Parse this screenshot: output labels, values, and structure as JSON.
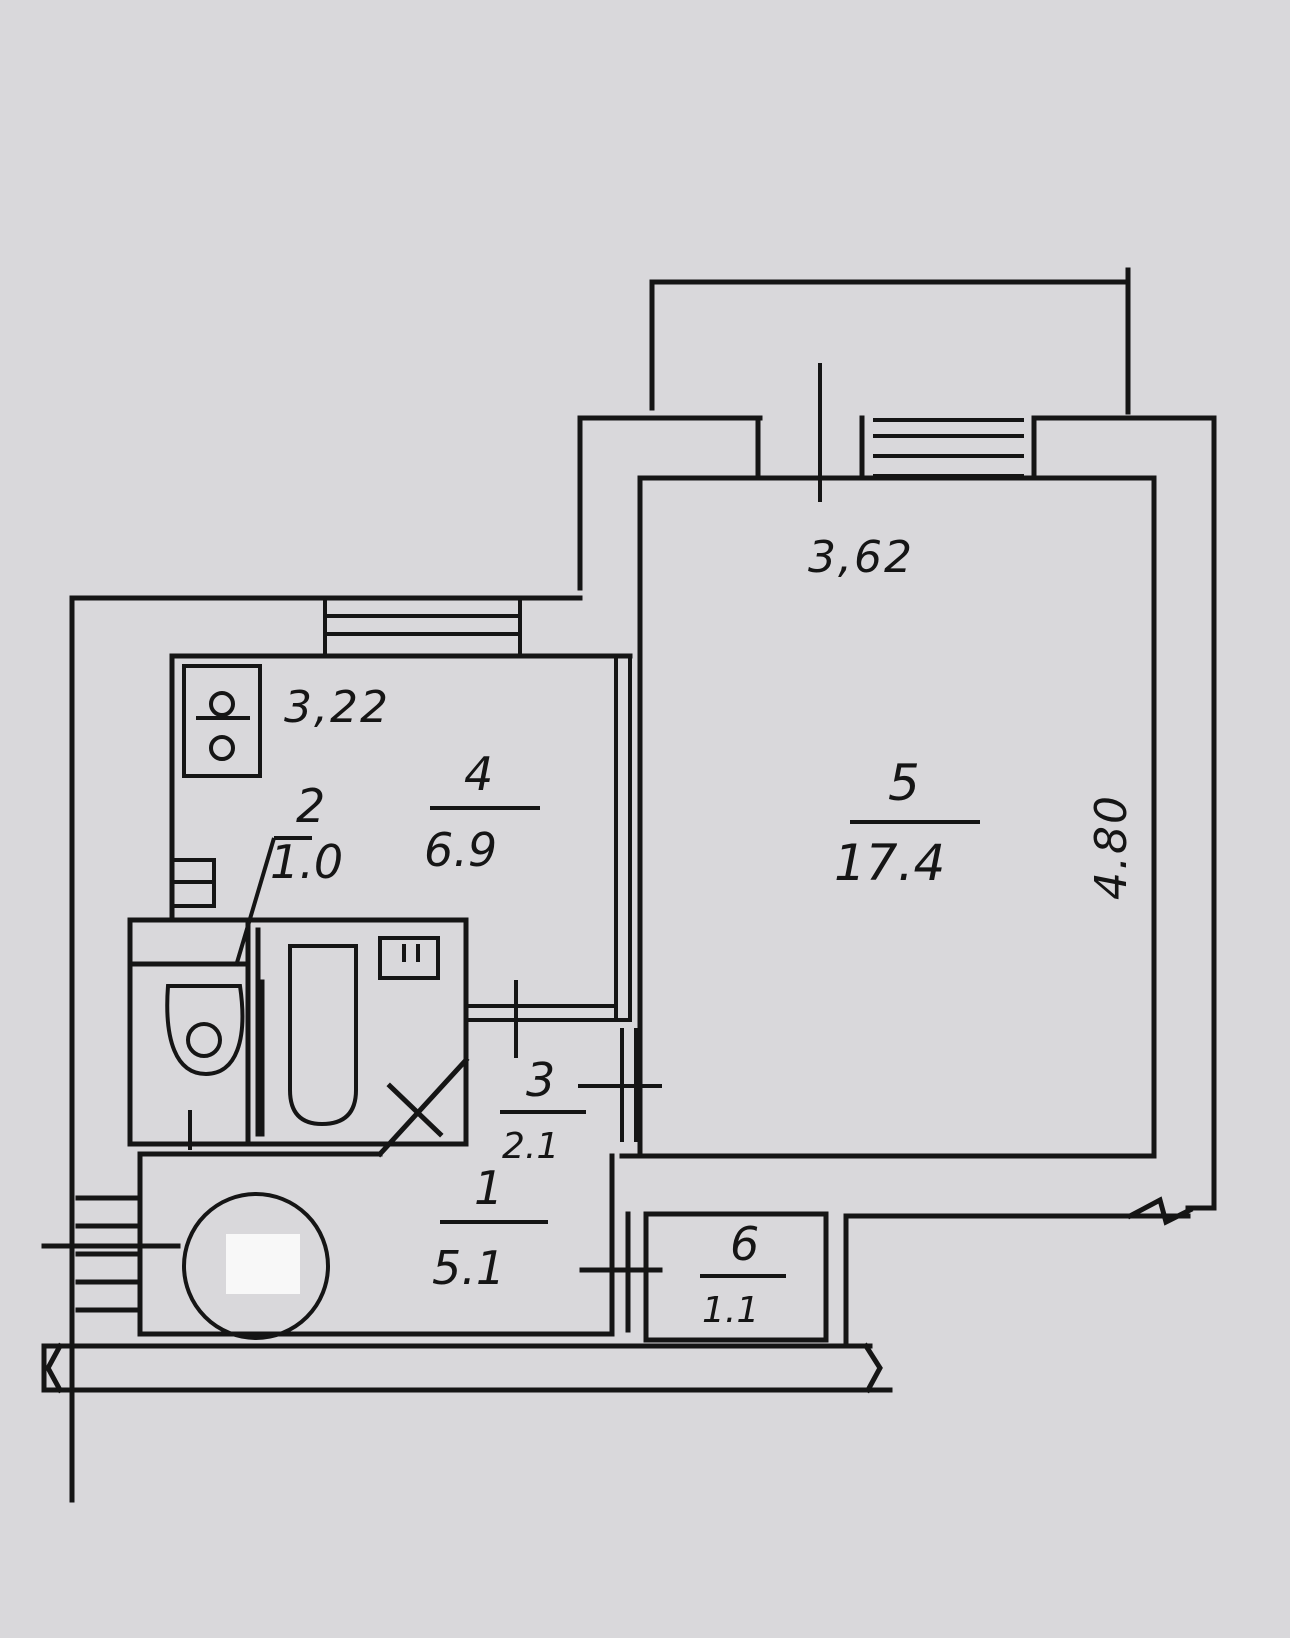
{
  "colors": {
    "paper": "#d9d8db",
    "ink": "#151515"
  },
  "dimensions": {
    "room_width": "3,62",
    "room_length": "4.80",
    "kitchen_width": "3,22"
  },
  "rooms": [
    {
      "id": "1",
      "number": "1",
      "area": "5.1"
    },
    {
      "id": "2",
      "number": "2",
      "area": "1.0"
    },
    {
      "id": "3",
      "number": "3",
      "area": "2.1"
    },
    {
      "id": "4",
      "number": "4",
      "area": "6.9"
    },
    {
      "id": "5",
      "number": "5",
      "area": "17.4"
    },
    {
      "id": "6",
      "number": "6",
      "area": "1.1"
    }
  ],
  "fixtures": [
    "stove-icon",
    "toilet-icon",
    "bathtub-icon",
    "sink-icon",
    "kitchen-sink-icon",
    "column-icon"
  ]
}
